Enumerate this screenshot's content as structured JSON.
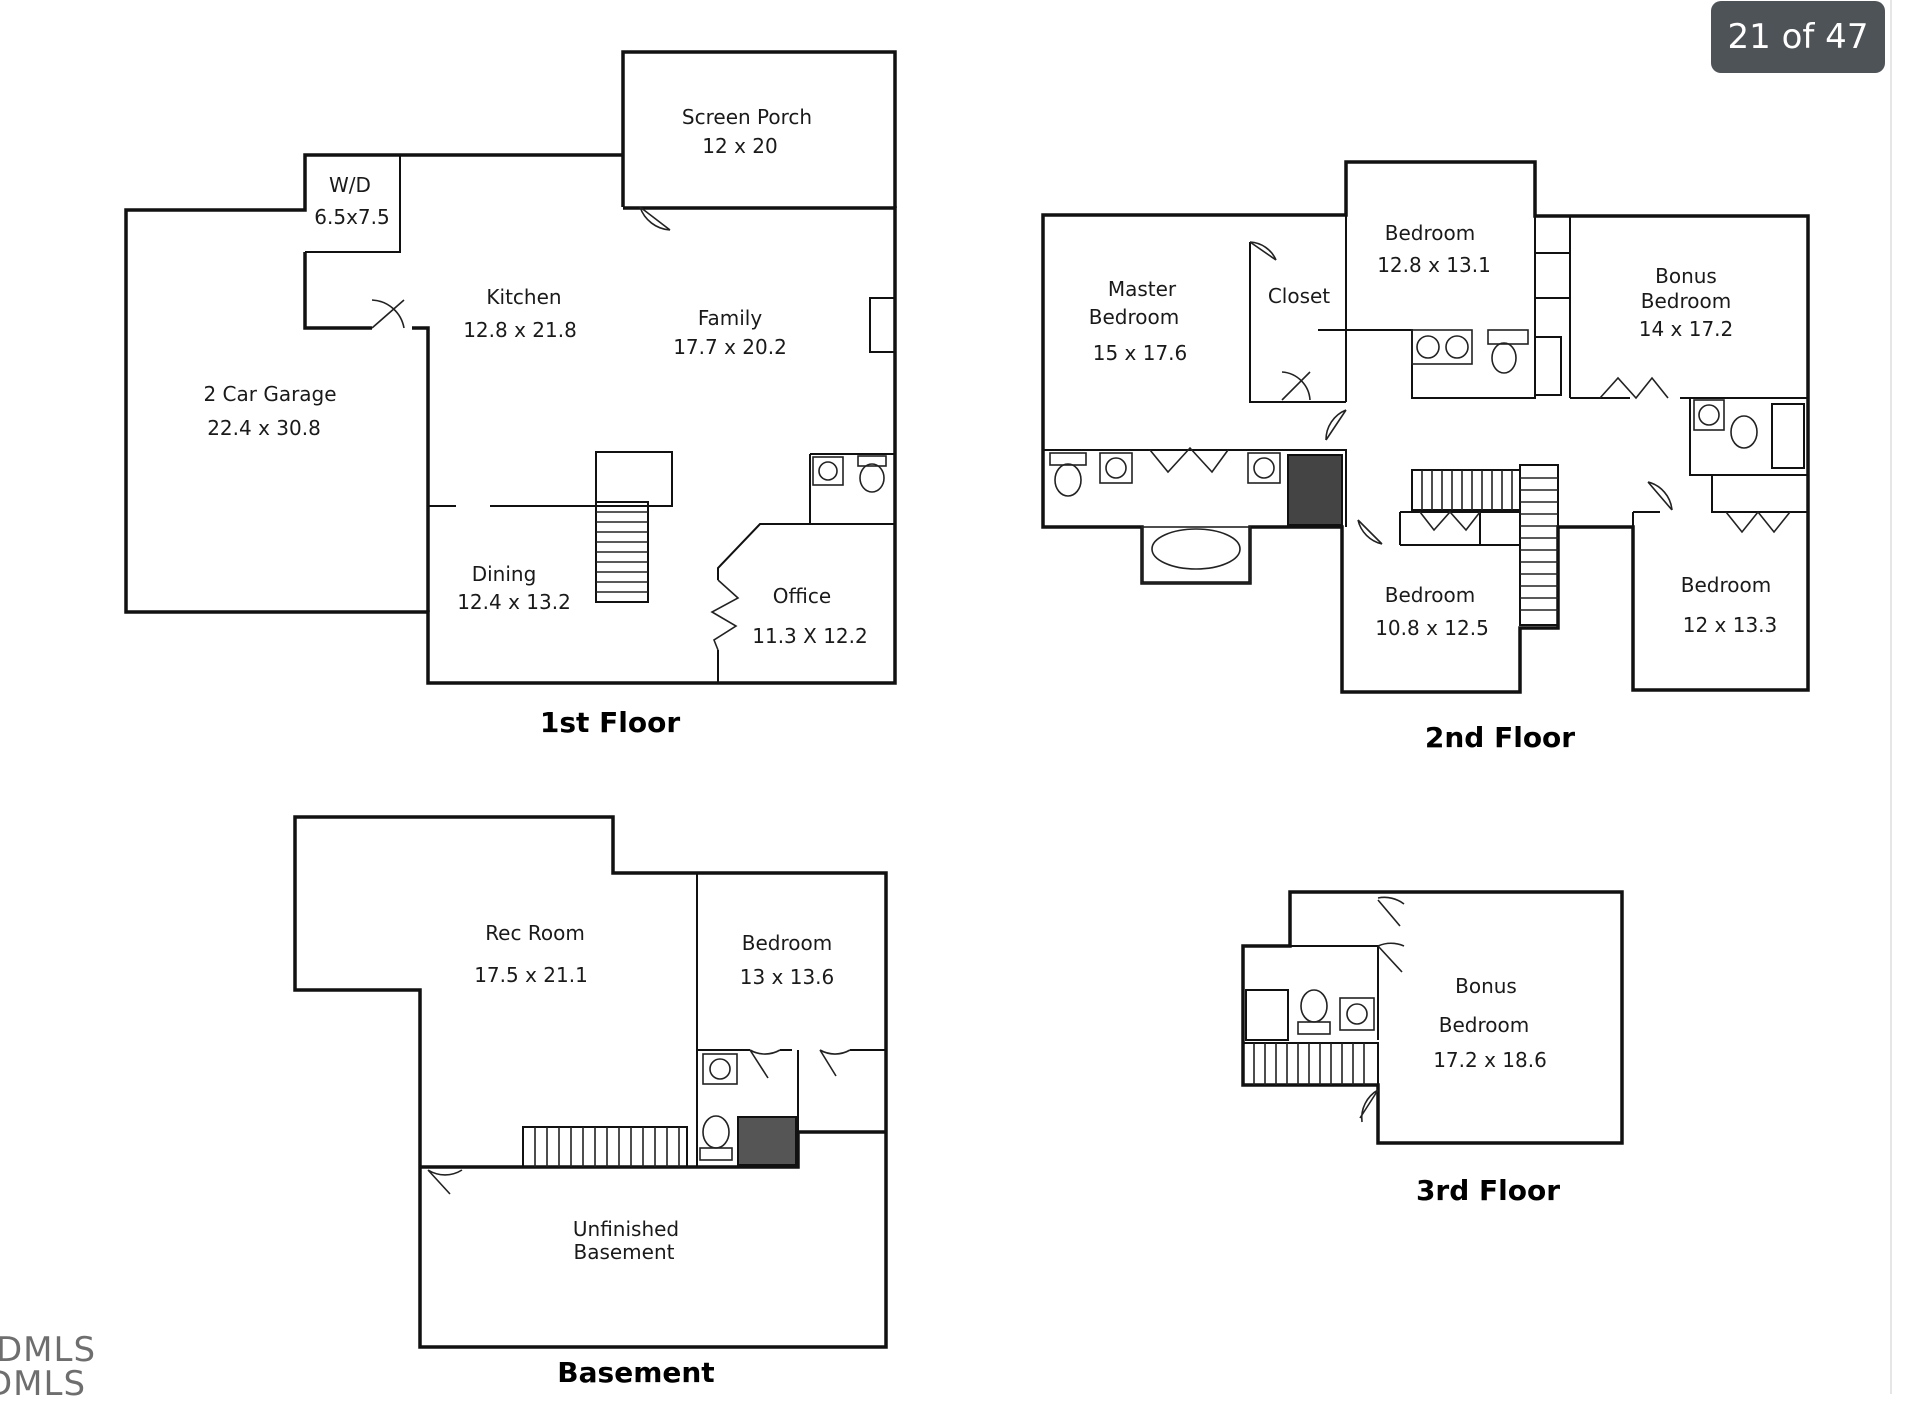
{
  "counter": {
    "text": "21 of 47"
  },
  "watermark": {
    "line1": "DMLS",
    "line2": "DMLS"
  },
  "floors": {
    "first": {
      "label": "1st Floor",
      "rooms": {
        "screen_porch": {
          "name": "Screen Porch",
          "dim": "12 x 20"
        },
        "wd": {
          "name": "W/D",
          "dim": "6.5x7.5"
        },
        "kitchen": {
          "name": "Kitchen",
          "dim": "12.8 x 21.8"
        },
        "family": {
          "name": "Family",
          "dim": "17.7 x 20.2"
        },
        "garage": {
          "name": "2 Car Garage",
          "dim": "22.4 x 30.8"
        },
        "dining": {
          "name": "Dining",
          "dim": "12.4 x 13.2"
        },
        "office": {
          "name": "Office",
          "dim": "11.3 X 12.2"
        }
      }
    },
    "second": {
      "label": "2nd Floor",
      "rooms": {
        "master": {
          "name1": "Master",
          "name2": "Bedroom",
          "dim": "15 x 17.6"
        },
        "closet": {
          "name": "Closet"
        },
        "bedroom_top": {
          "name": "Bedroom",
          "dim": "12.8 x 13.1"
        },
        "bonus": {
          "name1": "Bonus",
          "name2": "Bedroom",
          "dim": "14 x 17.2"
        },
        "bedroom_mid": {
          "name": "Bedroom",
          "dim": "10.8 x 12.5"
        },
        "bedroom_right": {
          "name": "Bedroom",
          "dim": "12 x 13.3"
        }
      }
    },
    "basement": {
      "label": "Basement",
      "rooms": {
        "rec": {
          "name": "Rec Room",
          "dim": "17.5 x 21.1"
        },
        "bedroom": {
          "name": "Bedroom",
          "dim": "13 x 13.6"
        },
        "unfinished": {
          "name1": "Unfinished",
          "name2": "Basement"
        }
      }
    },
    "third": {
      "label": "3rd Floor",
      "rooms": {
        "bonus": {
          "name1": "Bonus",
          "name2": "Bedroom",
          "dim": "17.2 x 18.6"
        }
      }
    }
  }
}
